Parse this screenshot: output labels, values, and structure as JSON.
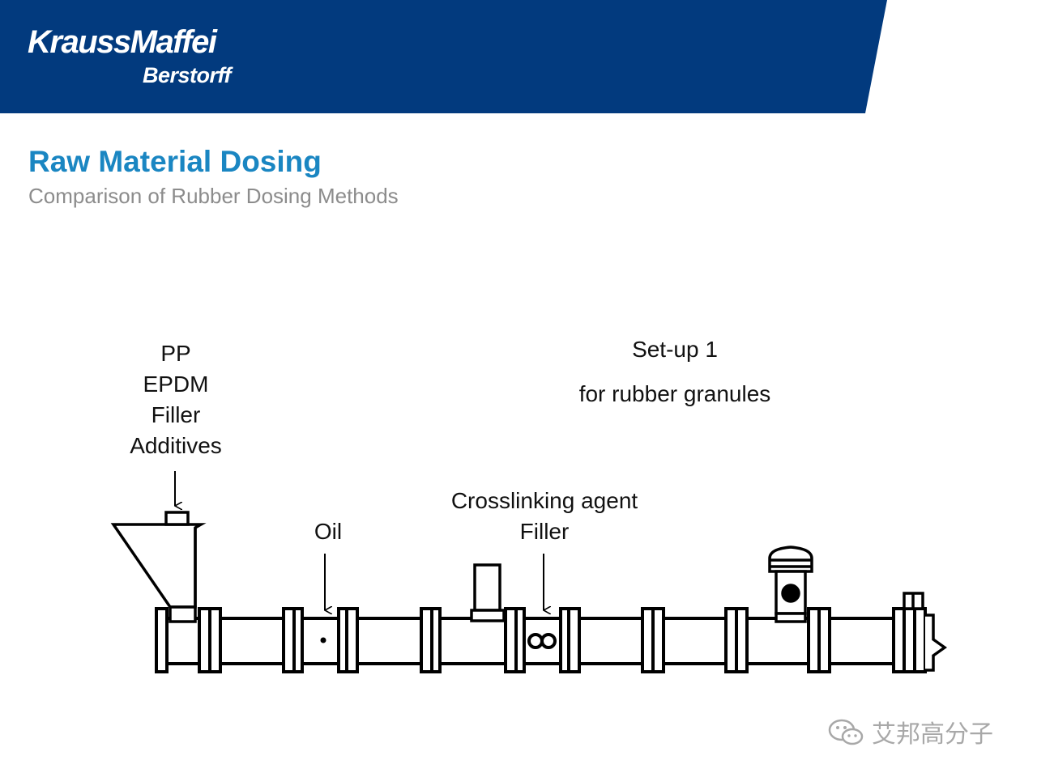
{
  "header": {
    "brand_line1": "KraussMaffei",
    "brand_line2": "Berstorff",
    "band_color": "#023a7e"
  },
  "slide": {
    "title": "Raw Material Dosing",
    "subtitle": "Comparison of Rubber Dosing Methods",
    "title_color": "#1a86c2"
  },
  "diagram": {
    "feeds": [
      {
        "lines": [
          "PP",
          "EPDM",
          "Filler",
          "Additives"
        ]
      },
      {
        "lines": [
          "Oil"
        ]
      },
      {
        "lines": [
          "Crosslinking agent",
          "Filler"
        ]
      }
    ],
    "setup": {
      "title": "Set-up 1",
      "description": "for rubber granules"
    }
  },
  "watermark": {
    "text": "艾邦高分子",
    "icon": "wechat-icon"
  }
}
